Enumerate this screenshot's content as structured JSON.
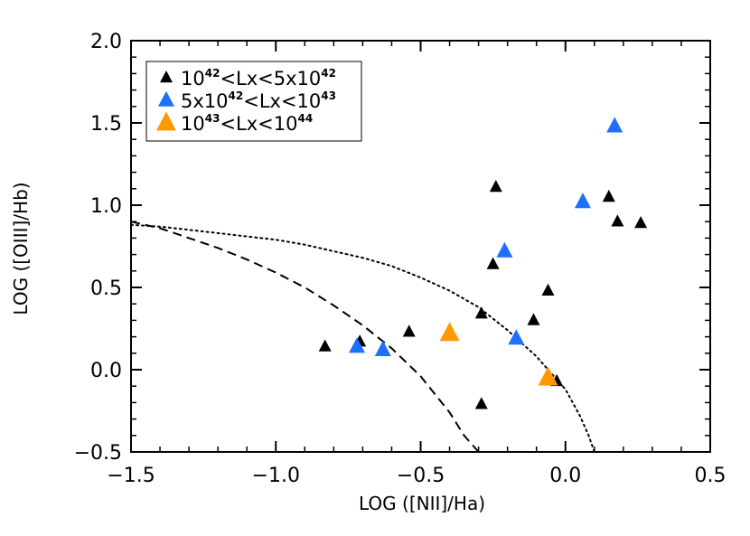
{
  "chart_data": {
    "type": "scatter",
    "xlabel": "LOG ([NII]/Ha)",
    "ylabel": "LOG ([OIII]/Hb)",
    "xlim": [
      -1.5,
      0.5
    ],
    "ylim": [
      -0.5,
      2.0
    ],
    "x_ticks": [
      -1.5,
      -1.0,
      -0.5,
      0.0,
      0.5
    ],
    "y_ticks": [
      -0.5,
      0.0,
      0.5,
      1.0,
      1.5,
      2.0
    ],
    "x_tick_labels": [
      "−1.5",
      "−1.0",
      "−0.5",
      "0.0",
      "0.5"
    ],
    "y_tick_labels": [
      "−0.5",
      "0.0",
      "0.5",
      "1.0",
      "1.5",
      "2.0"
    ],
    "grid": false,
    "legend_position": "top-left",
    "series": [
      {
        "legend": {
          "base": "10",
          "exp1": "42",
          "mid": "<Lx<5x10",
          "exp2": "42"
        },
        "color": "#000000",
        "marker": "triangle-small",
        "points": [
          {
            "x": -0.83,
            "y": 0.14
          },
          {
            "x": -0.71,
            "y": 0.17
          },
          {
            "x": -0.54,
            "y": 0.23
          },
          {
            "x": -0.29,
            "y": -0.21
          },
          {
            "x": -0.29,
            "y": 0.34
          },
          {
            "x": -0.25,
            "y": 0.64
          },
          {
            "x": -0.24,
            "y": 1.11
          },
          {
            "x": -0.11,
            "y": 0.3
          },
          {
            "x": -0.06,
            "y": 0.48
          },
          {
            "x": -0.03,
            "y": -0.07
          },
          {
            "x": 0.15,
            "y": 1.05
          },
          {
            "x": 0.18,
            "y": 0.9
          },
          {
            "x": 0.26,
            "y": 0.89
          }
        ]
      },
      {
        "legend": {
          "base": "5x10",
          "exp1": "42",
          "mid": "<Lx<10",
          "exp2": "43"
        },
        "color": "#1f6fff",
        "marker": "triangle-medium",
        "points": [
          {
            "x": -0.72,
            "y": 0.14
          },
          {
            "x": -0.63,
            "y": 0.12
          },
          {
            "x": -0.21,
            "y": 0.72
          },
          {
            "x": -0.17,
            "y": 0.19
          },
          {
            "x": 0.06,
            "y": 1.02
          },
          {
            "x": 0.17,
            "y": 1.48
          }
        ]
      },
      {
        "legend": {
          "base": "10",
          "exp1": "43",
          "mid": "<Lx<10",
          "exp2": "44"
        },
        "color": "#ff9900",
        "marker": "triangle-large",
        "points": [
          {
            "x": -0.4,
            "y": 0.22
          },
          {
            "x": -0.06,
            "y": -0.05
          }
        ]
      }
    ],
    "curves": [
      {
        "style": "dashed",
        "points": [
          [
            -1.5,
            0.9
          ],
          [
            -1.4,
            0.86
          ],
          [
            -1.3,
            0.8
          ],
          [
            -1.2,
            0.74
          ],
          [
            -1.1,
            0.67
          ],
          [
            -1.0,
            0.59
          ],
          [
            -0.9,
            0.5
          ],
          [
            -0.8,
            0.39
          ],
          [
            -0.7,
            0.27
          ],
          [
            -0.6,
            0.13
          ],
          [
            -0.5,
            -0.04
          ],
          [
            -0.45,
            -0.15
          ],
          [
            -0.4,
            -0.26
          ],
          [
            -0.35,
            -0.4
          ],
          [
            -0.3,
            -0.5
          ]
        ]
      },
      {
        "style": "dotted",
        "points": [
          [
            -1.5,
            0.88
          ],
          [
            -1.4,
            0.87
          ],
          [
            -1.3,
            0.85
          ],
          [
            -1.2,
            0.83
          ],
          [
            -1.1,
            0.81
          ],
          [
            -1.0,
            0.79
          ],
          [
            -0.9,
            0.76
          ],
          [
            -0.8,
            0.72
          ],
          [
            -0.7,
            0.68
          ],
          [
            -0.6,
            0.63
          ],
          [
            -0.5,
            0.56
          ],
          [
            -0.4,
            0.48
          ],
          [
            -0.3,
            0.38
          ],
          [
            -0.2,
            0.24
          ],
          [
            -0.1,
            0.08
          ],
          [
            -0.05,
            -0.02
          ],
          [
            0.0,
            -0.12
          ],
          [
            0.05,
            -0.28
          ],
          [
            0.08,
            -0.4
          ],
          [
            0.1,
            -0.5
          ]
        ]
      }
    ]
  }
}
